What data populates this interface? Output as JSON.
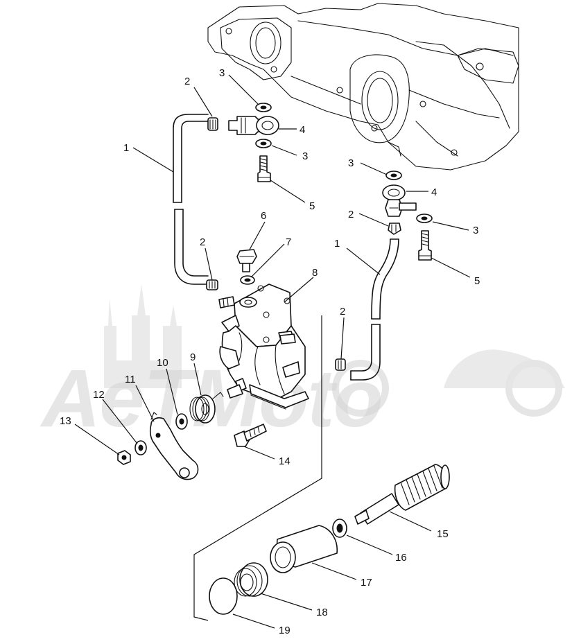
{
  "watermark": {
    "text": "AeTMoto"
  },
  "callouts": [
    {
      "id": "c1a",
      "text": "1"
    },
    {
      "id": "c1b",
      "text": "1"
    },
    {
      "id": "c2a",
      "text": "2"
    },
    {
      "id": "c2b",
      "text": "2"
    },
    {
      "id": "c2c",
      "text": "2"
    },
    {
      "id": "c2d",
      "text": "2"
    },
    {
      "id": "c3a",
      "text": "3"
    },
    {
      "id": "c3b",
      "text": "3"
    },
    {
      "id": "c3c",
      "text": "3"
    },
    {
      "id": "c3d",
      "text": "3"
    },
    {
      "id": "c4a",
      "text": "4"
    },
    {
      "id": "c4b",
      "text": "4"
    },
    {
      "id": "c5a",
      "text": "5"
    },
    {
      "id": "c5b",
      "text": "5"
    },
    {
      "id": "c6",
      "text": "6"
    },
    {
      "id": "c7",
      "text": "7"
    },
    {
      "id": "c8",
      "text": "8"
    },
    {
      "id": "c9",
      "text": "9"
    },
    {
      "id": "c10",
      "text": "10"
    },
    {
      "id": "c11",
      "text": "11"
    },
    {
      "id": "c12",
      "text": "12"
    },
    {
      "id": "c13",
      "text": "13"
    },
    {
      "id": "c14",
      "text": "14"
    },
    {
      "id": "c15",
      "text": "15"
    },
    {
      "id": "c16",
      "text": "16"
    },
    {
      "id": "c17",
      "text": "17"
    },
    {
      "id": "c18",
      "text": "18"
    },
    {
      "id": "c19",
      "text": "19"
    }
  ]
}
